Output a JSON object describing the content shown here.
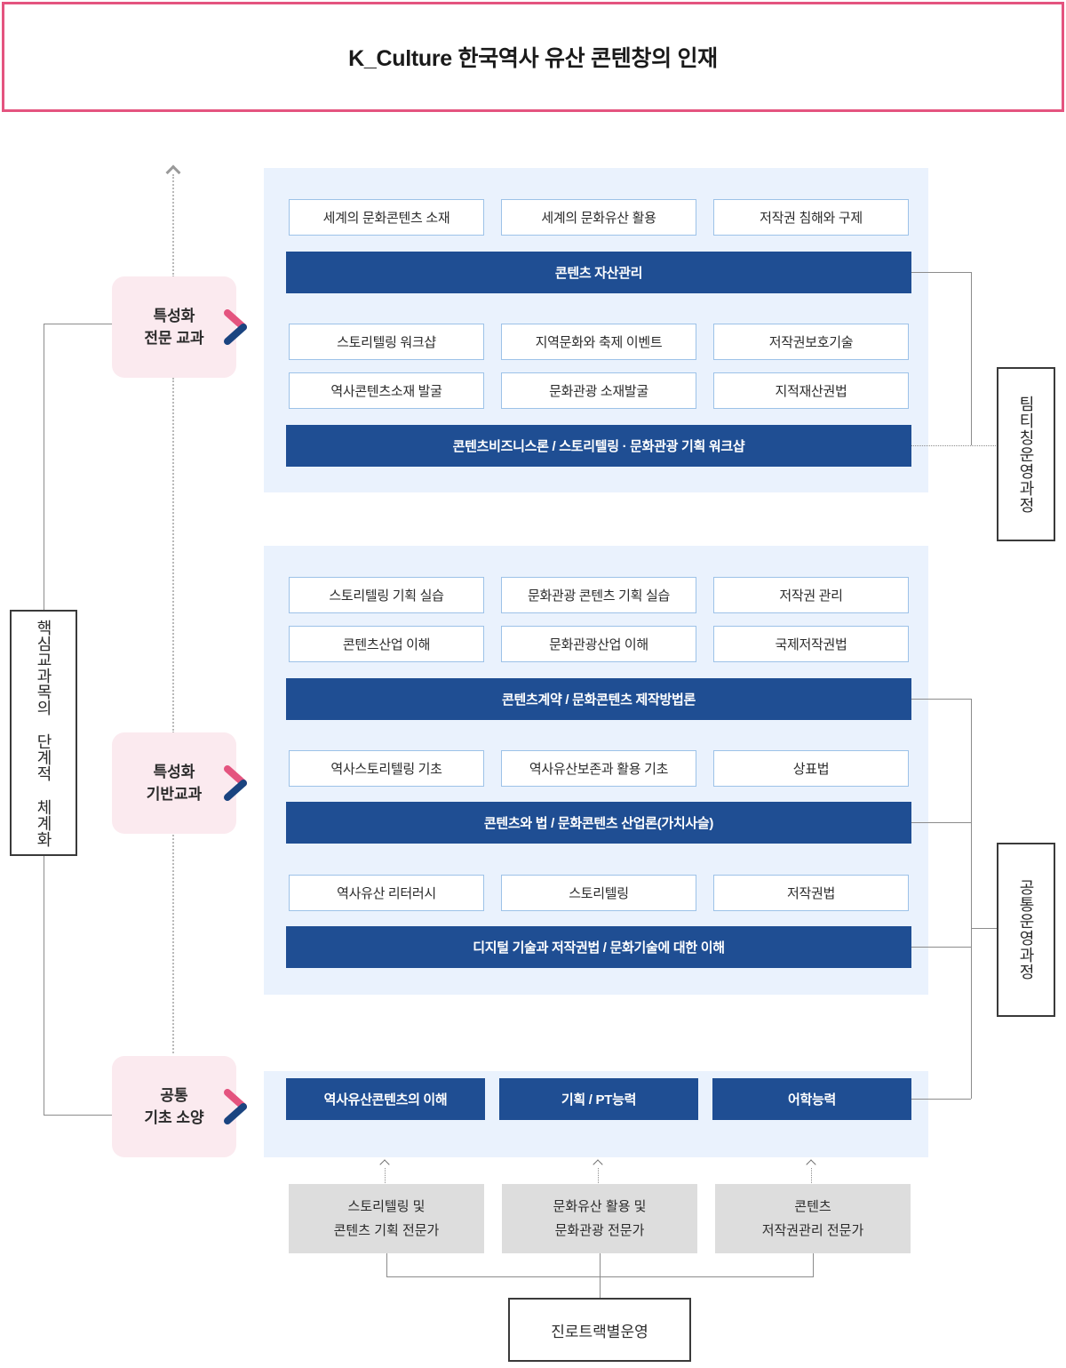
{
  "header": {
    "title": "K_Culture 한국역사 유산 콘텐창의 인재",
    "border_color": "#e4547f"
  },
  "colors": {
    "navy": "#1f4e93",
    "panel_blue": "#eaf2fd",
    "pink": "#fbeaef",
    "accent_pink": "#e4547f",
    "gray_box": "#dddddd",
    "cell_border": "#9dc2e8"
  },
  "left_axis": {
    "label": "핵심교과목의 단계적 체계화"
  },
  "right_axis": {
    "team_teaching": "팀티칭운영과정",
    "common_operation": "공통운영과정"
  },
  "stages": [
    {
      "line1": "특성화",
      "line2": "전문 교과"
    },
    {
      "line1": "특성화",
      "line2": "기반교과"
    },
    {
      "line1": "공통",
      "line2": "기초 소양"
    }
  ],
  "sections": [
    {
      "name": "특성화 전문 교과",
      "groups": [
        {
          "rows": [
            [
              "세계의 문화콘텐츠 소재",
              "세계의 문화유산 활용",
              "저작권 침해와 구제"
            ]
          ],
          "bar": "콘텐츠 자산관리"
        },
        {
          "rows": [
            [
              "스토리텔링 워크샵",
              "지역문화와 축제 이벤트",
              "저작권보호기술"
            ],
            [
              "역사콘텐츠소재 발굴",
              "문화관광 소재발굴",
              "지적재산권법"
            ]
          ],
          "bar": "콘텐츠비즈니스론 / 스토리텔링 · 문화관광 기획 워크샵"
        }
      ]
    },
    {
      "name": "특성화 기반교과",
      "groups": [
        {
          "rows": [
            [
              "스토리텔링 기획 실습",
              "문화관광 콘텐츠 기획 실습",
              "저작권 관리"
            ],
            [
              "콘텐츠산업 이해",
              "문화관광산업 이해",
              "국제저작권법"
            ]
          ],
          "bar": "콘텐츠계약 / 문화콘텐츠 제작방법론"
        },
        {
          "rows": [
            [
              "역사스토리텔링 기초",
              "역사유산보존과 활용 기초",
              "상표법"
            ]
          ],
          "bar": "콘텐츠와 법 / 문화콘텐츠 산업론(가치사슬)"
        },
        {
          "rows": [
            [
              "역사유산 리터러시",
              "스토리텔링",
              "저작권법"
            ]
          ],
          "bar": "디지털 기술과 저작권법 / 문화기술에 대한 이해"
        }
      ]
    },
    {
      "name": "공통 기초 소양",
      "bars": [
        "역사유산콘텐츠의 이해",
        "기획 / PT능력",
        "어학능력"
      ]
    }
  ],
  "tracks": [
    {
      "line1": "스토리텔링 및",
      "line2": "콘텐츠 기획 전문가"
    },
    {
      "line1": "문화유산 활용 및",
      "line2": "문화관광 전문가"
    },
    {
      "line1": "콘텐츠",
      "line2": "저작권관리 전문가"
    }
  ],
  "final": {
    "label": "진로트랙별운영"
  }
}
